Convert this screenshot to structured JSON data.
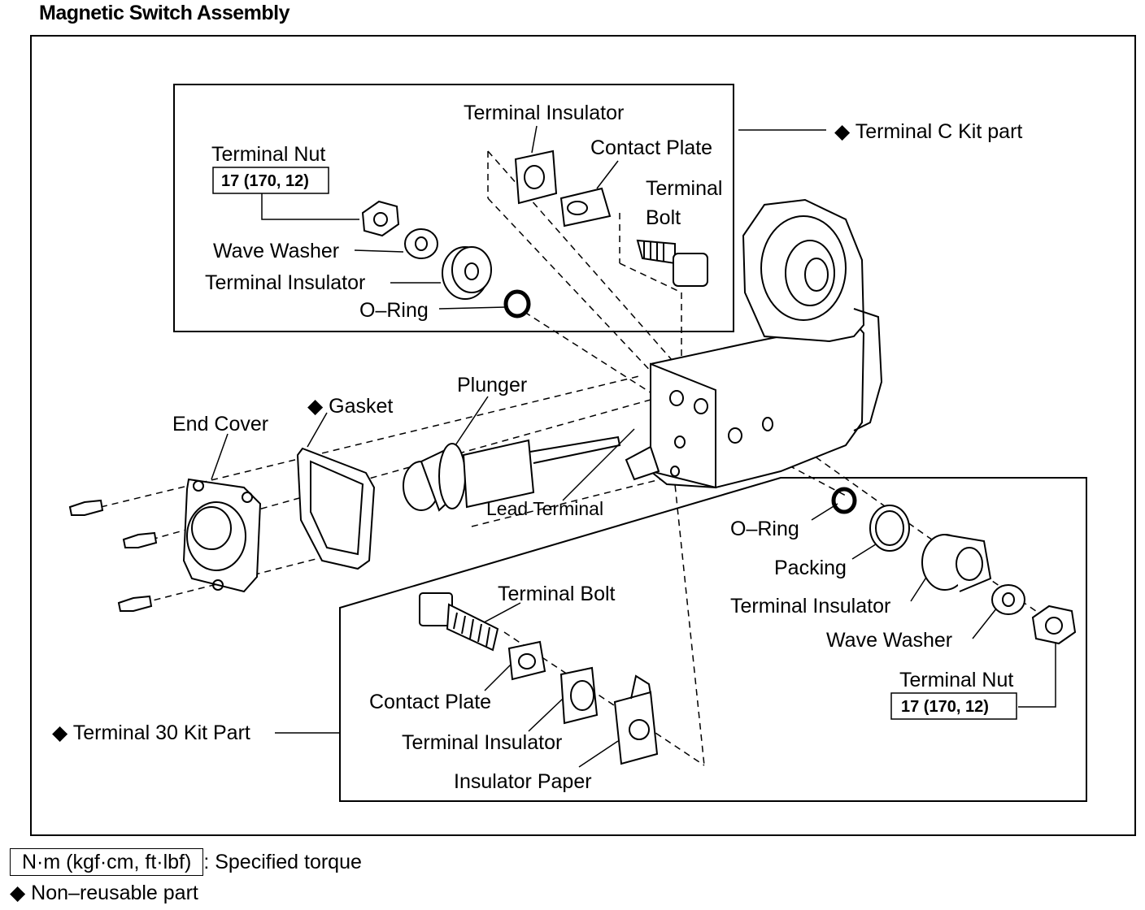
{
  "title": "Magnetic Switch Assembly",
  "labels": {
    "terminal_insulator_top": "Terminal Insulator",
    "contact_plate_top": "Contact Plate",
    "terminal_bolt_top_1": "Terminal",
    "terminal_bolt_top_2": "Bolt",
    "terminal_nut_top": "Terminal Nut",
    "torque_top": "17 (170, 12)",
    "wave_washer_top": "Wave Washer",
    "terminal_insulator_left": "Terminal Insulator",
    "o_ring_top": "O–Ring",
    "terminal_c_kit": "◆ Terminal C Kit  part",
    "plunger": "Plunger",
    "gasket": "◆ Gasket",
    "end_cover": "End Cover",
    "lead_terminal": "Lead Terminal",
    "o_ring_right": "O–Ring",
    "packing": "Packing",
    "terminal_insulator_right": "Terminal Insulator",
    "wave_washer_right": "Wave Washer",
    "terminal_nut_right": "Terminal Nut",
    "torque_right": "17 (170, 12)",
    "terminal_bolt_bottom": "Terminal Bolt",
    "contact_plate_bottom": "Contact Plate",
    "terminal_insulator_bottom": "Terminal Insulator",
    "insulator_paper": "Insulator Paper",
    "terminal_30_kit": "◆ Terminal 30 Kit Part"
  },
  "legend": {
    "torque_unit": "N·m (kgf·cm, ft·lbf)",
    "torque_text": ": Specified torque",
    "nonreusable": "◆ Non–reusable part"
  }
}
